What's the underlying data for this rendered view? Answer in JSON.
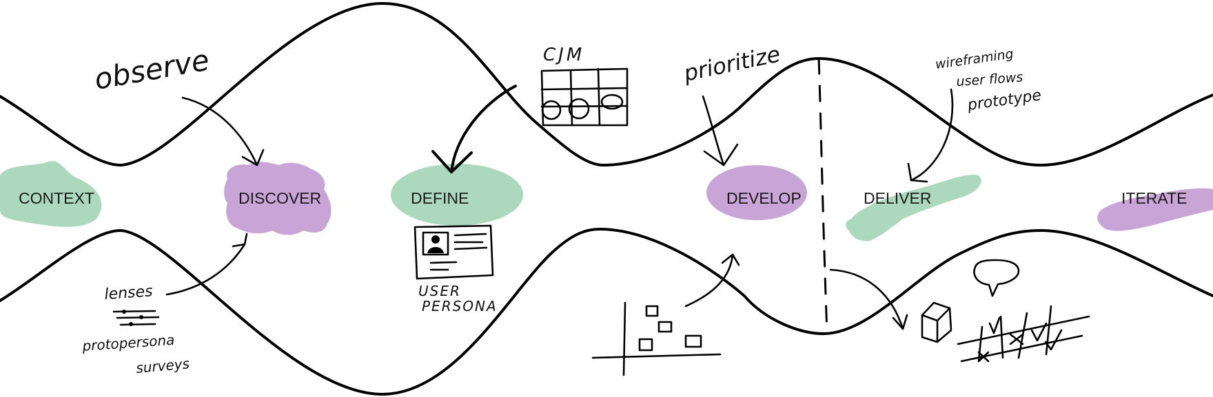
{
  "colors": {
    "green": "#acd8bd",
    "purple": "#c9a4d7",
    "ink": "#000000",
    "background": "#ffffff"
  },
  "stages": [
    {
      "label": "CONTEXT",
      "blob": "green"
    },
    {
      "label": "DISCOVER",
      "blob": "purple"
    },
    {
      "label": "DEFINE",
      "blob": "green"
    },
    {
      "label": "DEVELOP",
      "blob": "purple"
    },
    {
      "label": "DELIVER",
      "blob": "green"
    },
    {
      "label": "ITERATE",
      "blob": "purple"
    }
  ],
  "notes": {
    "observe": "observe",
    "lenses": "lenses",
    "protopersona": "protopersona",
    "surveys": "surveys",
    "cjm": "CJM",
    "user_persona_line1": "USER",
    "user_persona_line2": "PERSONA",
    "prioritize": "prioritize",
    "wireframing": "wireframing",
    "user_flows": "user flows",
    "prototype": "prototype"
  },
  "icons": [
    "cjm-grid-icon",
    "user-persona-card-icon",
    "lenses-sliders-icon",
    "prioritization-matrix-icon",
    "cube-icon",
    "speech-bubble-icon",
    "tic-tac-toe-grid-icon"
  ]
}
